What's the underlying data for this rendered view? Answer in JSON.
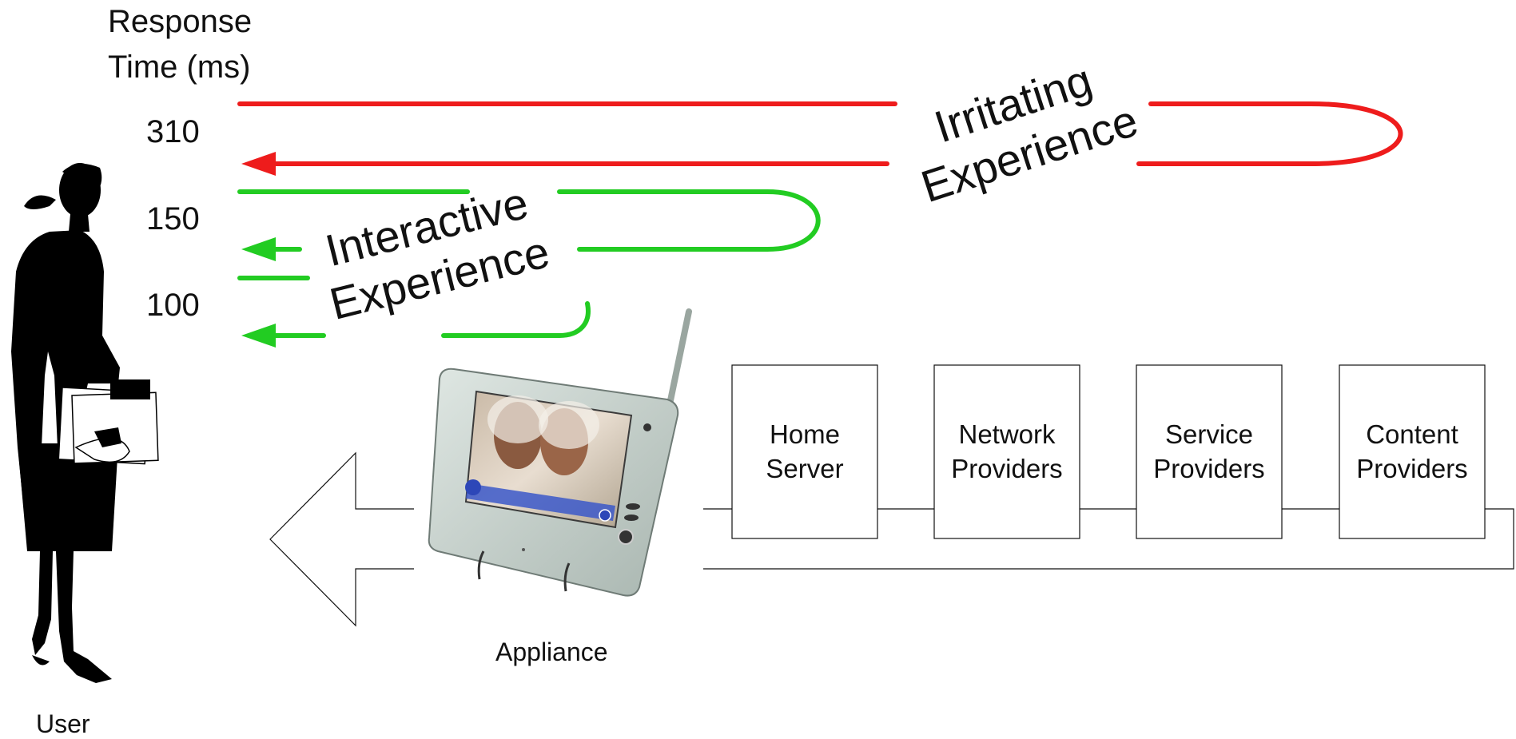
{
  "axis": {
    "title_line1": "Response",
    "title_line2": "Time (ms)",
    "ticks": [
      "310",
      "150",
      "100"
    ]
  },
  "experiences": {
    "irritating_line1": "Irritating",
    "irritating_line2": "Experience",
    "interactive_line1": "Interactive",
    "interactive_line2": "Experience"
  },
  "labels": {
    "user": "User",
    "appliance": "Appliance"
  },
  "boxes": [
    {
      "line1": "Home",
      "line2": "Server"
    },
    {
      "line1": "Network",
      "line2": "Providers"
    },
    {
      "line1": "Service",
      "line2": "Providers"
    },
    {
      "line1": "Content",
      "line2": "Providers"
    }
  ],
  "colors": {
    "irritating": "#ee1c1c",
    "interactive": "#22cc22",
    "line": "#111111"
  },
  "icons": [
    "user-silhouette-icon",
    "tablet-appliance-icon",
    "left-arrow-icon"
  ]
}
